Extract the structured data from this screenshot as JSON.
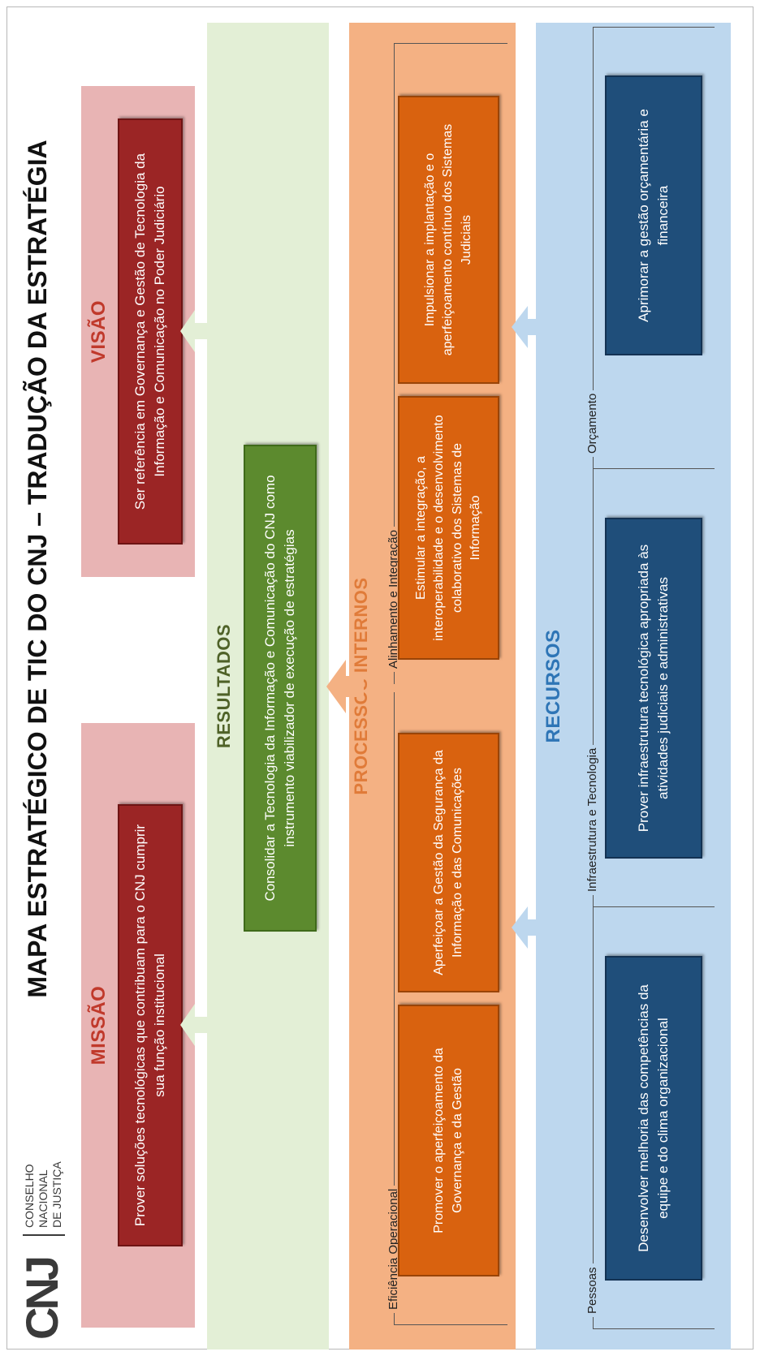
{
  "logo": {
    "text": "CNJ",
    "org_line1": "CONSELHO",
    "org_line2": "NACIONAL",
    "org_line3": "DE JUSTIÇA"
  },
  "title": "MAPA ESTRATÉGICO DE TIC DO CNJ – TRADUÇÃO DA ESTRATÉGIA",
  "missao": {
    "title": "MISSÃO",
    "text": "Prover soluções tecnológicas que contribuam para o CNJ cumprir sua função institucional"
  },
  "visao": {
    "title": "VISÃO",
    "text": "Ser referência em Governança e Gestão de Tecnologia da Informação e Comunicação no Poder Judiciário"
  },
  "resultados": {
    "title": "RESULTADOS",
    "text": "Consolidar a Tecnologia da Informação e Comunicação do CNJ como instrumento viabilizador de execução de estratégias"
  },
  "processos": {
    "title": "PROCESSOS INTERNOS",
    "group1_label": "Eficiência Operacional",
    "group2_label": "Alinhamento e Integração",
    "items": [
      "Promover o aperfeiçoamento da Governança e da Gestão",
      "Aperfeiçoar a Gestão da Segurança da Informação e das Comunicações",
      "Estimular a integração, a interoperabilidade e o desenvolvimento colaborativo dos Sistemas de Informação",
      "Impulsionar a implantação e o aperfeiçoamento contínuo dos Sistemas Judiciais"
    ]
  },
  "recursos": {
    "title": "RECURSOS",
    "group1_label": "Pessoas",
    "group2_label": "Infraestrutura e Tecnologia",
    "group3_label": "Orçamento",
    "items": [
      "Desenvolver melhoria das competências da equipe e do clima organizacional",
      "Prover infraestrutura tecnológica apropriada às atividades judiciais e administrativas",
      "Aprimorar a gestão orçamentária e financeira"
    ]
  },
  "colors": {
    "missao_band": "#e8b4b4",
    "resultados_band": "#e3efd6",
    "processos_band": "#f4b183",
    "recursos_band": "#bdd7ee",
    "title_red": "#c0392b",
    "title_green": "#4f6228",
    "title_orange": "#e07b39",
    "title_blue": "#2e75b6"
  }
}
